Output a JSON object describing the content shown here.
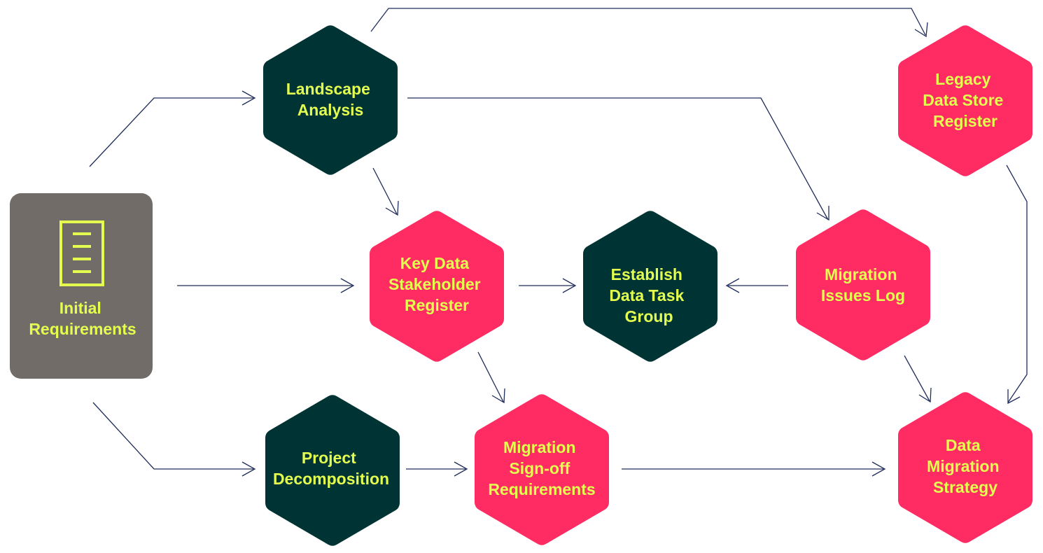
{
  "colors": {
    "dark_node": "#003434",
    "accent_node": "#FF2B63",
    "start_node": "#716C68",
    "label_text": "#E3FE4F",
    "connector": "#1F2D5C"
  },
  "nodes": {
    "initial_requirements": {
      "lines": [
        "Initial",
        "Requirements"
      ],
      "icon": "document-icon"
    },
    "landscape_analysis": {
      "lines": [
        "Landscape",
        "Analysis"
      ]
    },
    "key_data_stakeholder_register": {
      "lines": [
        "Key Data",
        "Stakeholder",
        "Register"
      ]
    },
    "establish_data_task_group": {
      "lines": [
        "Establish",
        "Data Task",
        "Group"
      ]
    },
    "migration_issues_log": {
      "lines": [
        "Migration",
        "Issues Log"
      ]
    },
    "legacy_data_store_register": {
      "lines": [
        "Legacy",
        "Data Store",
        "Register"
      ]
    },
    "project_decomposition": {
      "lines": [
        "Project",
        "Decomposition"
      ]
    },
    "migration_signoff_requirements": {
      "lines": [
        "Migration",
        "Sign-off",
        "Requirements"
      ]
    },
    "data_migration_strategy": {
      "lines": [
        "Data",
        "Migration",
        "Strategy"
      ]
    }
  }
}
